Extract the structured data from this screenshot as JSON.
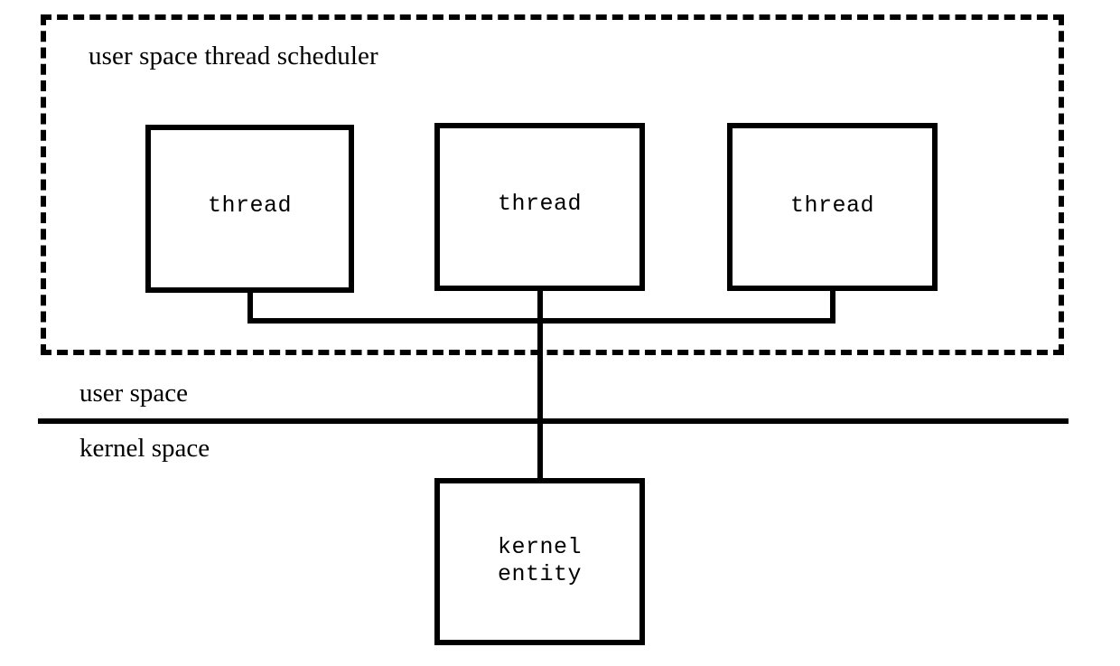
{
  "diagram": {
    "title": "user space thread scheduler",
    "scheduler_region": {
      "label": "user space thread scheduler",
      "border_style": "dashed",
      "color": "#000000"
    },
    "thread_boxes": [
      {
        "label": "thread"
      },
      {
        "label": "thread"
      },
      {
        "label": "thread"
      }
    ],
    "kernel_entity": {
      "label": "kernel\nentity"
    },
    "boundary": {
      "user_space_label": "user space",
      "kernel_space_label": "kernel space"
    },
    "colors": {
      "stroke": "#000000",
      "background": "#ffffff"
    }
  }
}
